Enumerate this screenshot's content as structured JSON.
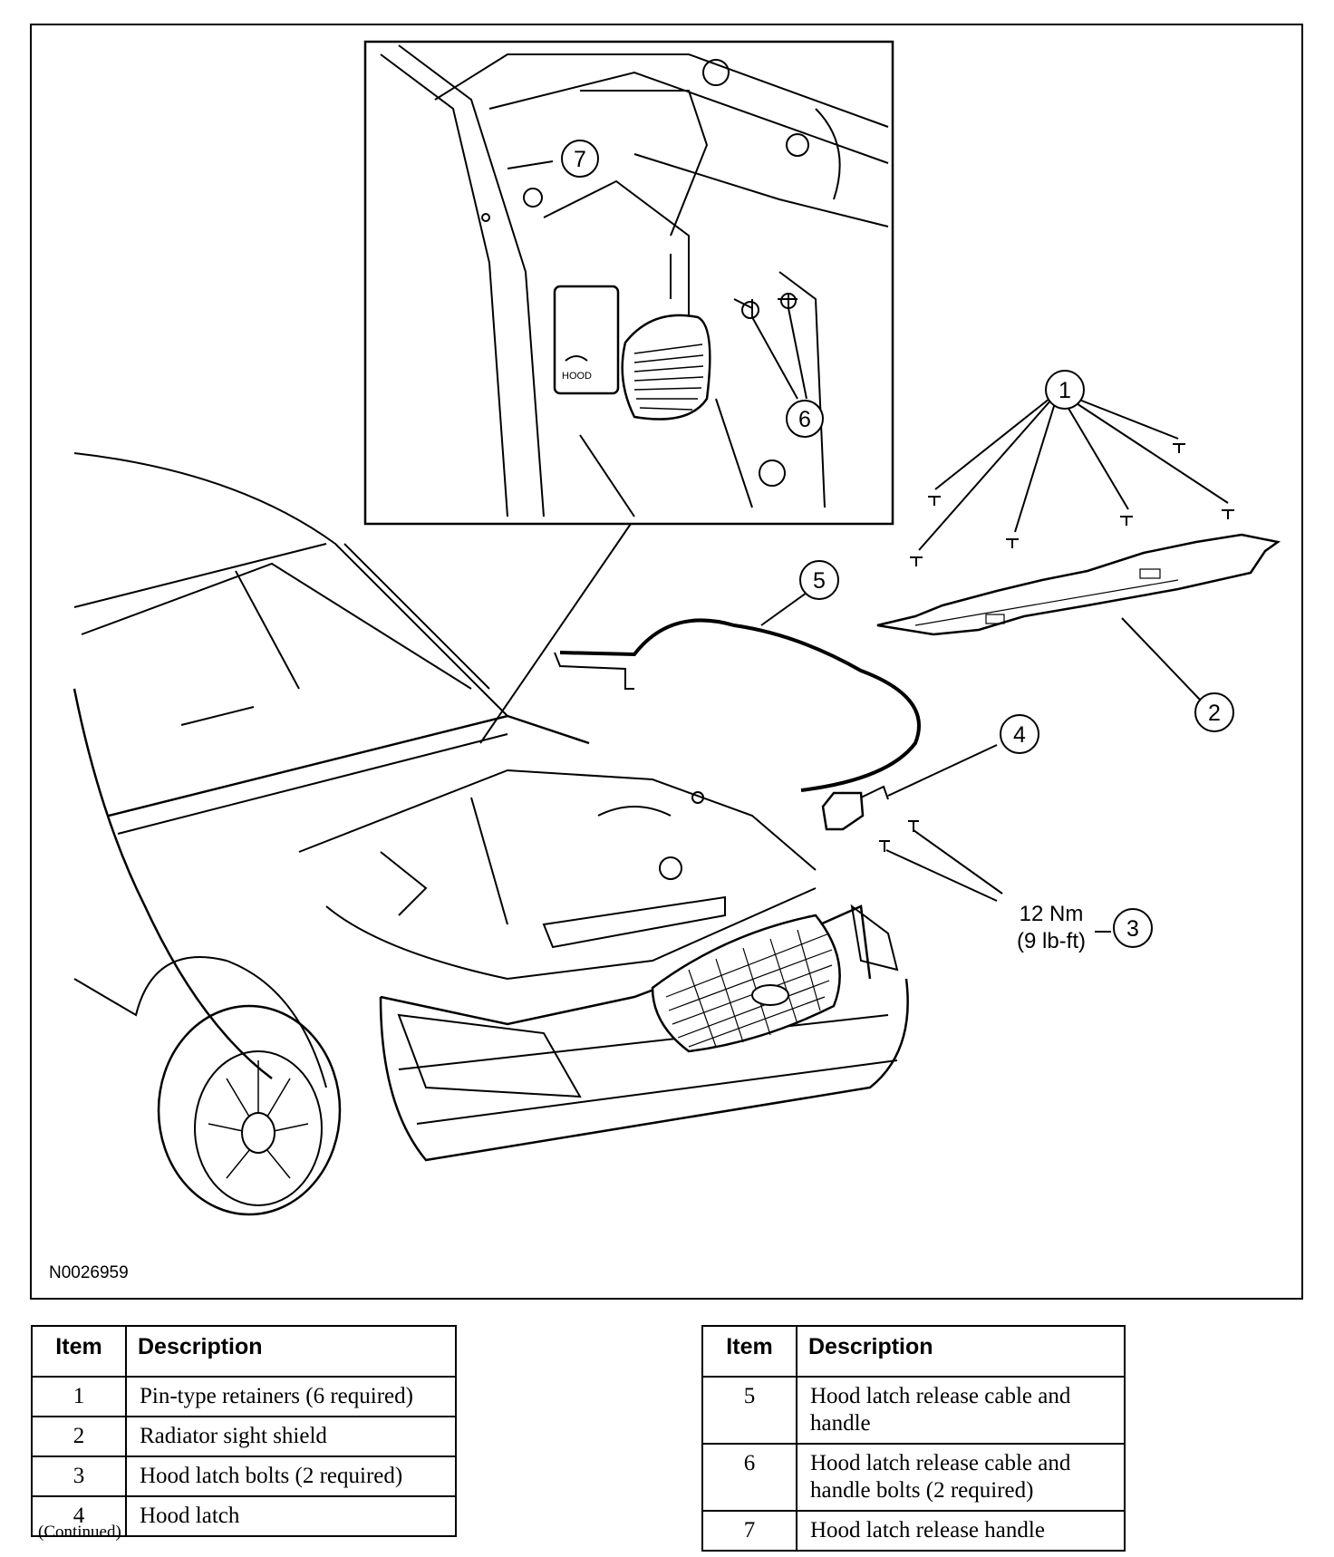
{
  "figure": {
    "id": "N0026959",
    "callouts": [
      "1",
      "2",
      "3",
      "4",
      "5",
      "6",
      "7"
    ],
    "torque_line1": "12 Nm",
    "torque_line2": "(9 lb-ft)",
    "handle_label": "HOOD"
  },
  "legend_left": {
    "header_item": "Item",
    "header_description": "Description",
    "rows": [
      {
        "item": "1",
        "description": "Pin-type retainers (6 required)"
      },
      {
        "item": "2",
        "description": "Radiator sight shield"
      },
      {
        "item": "3",
        "description": "Hood latch bolts (2 required)"
      },
      {
        "item": "4",
        "description": "Hood latch"
      }
    ]
  },
  "legend_right": {
    "header_item": "Item",
    "header_description": "Description",
    "rows": [
      {
        "item": "5",
        "description": "Hood latch release cable and handle"
      },
      {
        "item": "6",
        "description": "Hood latch release cable and handle bolts (2 required)"
      },
      {
        "item": "7",
        "description": "Hood latch release handle"
      }
    ]
  },
  "continued_note": "(Continued)"
}
